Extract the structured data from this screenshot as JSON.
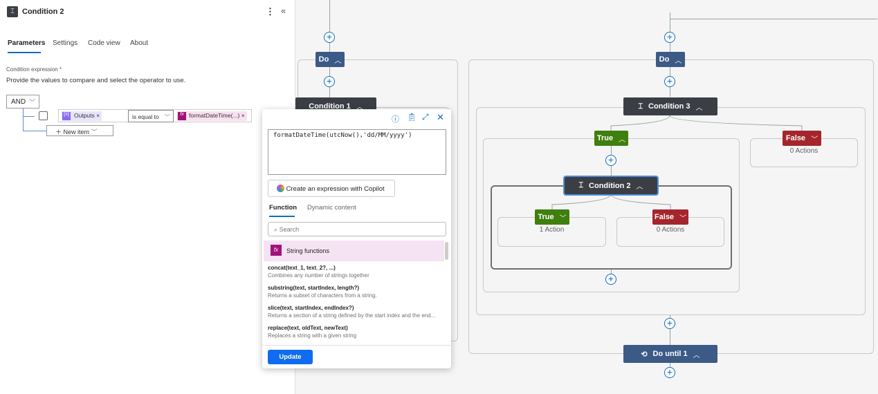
{
  "panel": {
    "title": "Condition 2",
    "tabs": [
      "Parameters",
      "Settings",
      "Code view",
      "About"
    ],
    "active_tab": "Parameters",
    "condition_label": "Condition expression *",
    "description": "Provide the values to compare and select the operator to use.",
    "group_operator": "AND",
    "left_token": "Outputs",
    "operator": "is equal to",
    "right_token": "formatDateTime(...)",
    "new_item": "New item"
  },
  "popup": {
    "expression": "formatDateTime(utcNow(),'dd/MM/yyyy')",
    "copilot_button": "Create an expression with Copilot",
    "tabs": [
      "Function",
      "Dynamic content"
    ],
    "active_tab": "Function",
    "search_placeholder": "Search",
    "category": "String functions",
    "functions": [
      {
        "name": "concat(text_1, text_2?, ...)",
        "desc": "Combines any number of strings together"
      },
      {
        "name": "substring(text, startIndex, length?)",
        "desc": "Returns a subset of characters from a string."
      },
      {
        "name": "slice(text, startIndex, endIndex?)",
        "desc": "Returns a section of a string defined by the start index and the end..."
      },
      {
        "name": "replace(text, oldText, newText)",
        "desc": "Replaces a string with a given string"
      }
    ],
    "update_button": "Update"
  },
  "canvas": {
    "do_left": "Do",
    "condition1": "Condition 1",
    "do_right": "Do",
    "condition3": "Condition 3",
    "true_label": "True",
    "false_label": "False",
    "false_actions": "0 Actions",
    "condition2": "Condition 2",
    "inner_true": "True",
    "inner_true_actions": "1 Action",
    "inner_false": "False",
    "inner_false_actions": "0 Actions",
    "do_until": "Do until 1"
  },
  "colors": {
    "do": "#3c5a86",
    "condition": "#3b3f45",
    "true": "#3f7f0e",
    "false": "#a4262c",
    "accent": "#0f6cbd"
  }
}
